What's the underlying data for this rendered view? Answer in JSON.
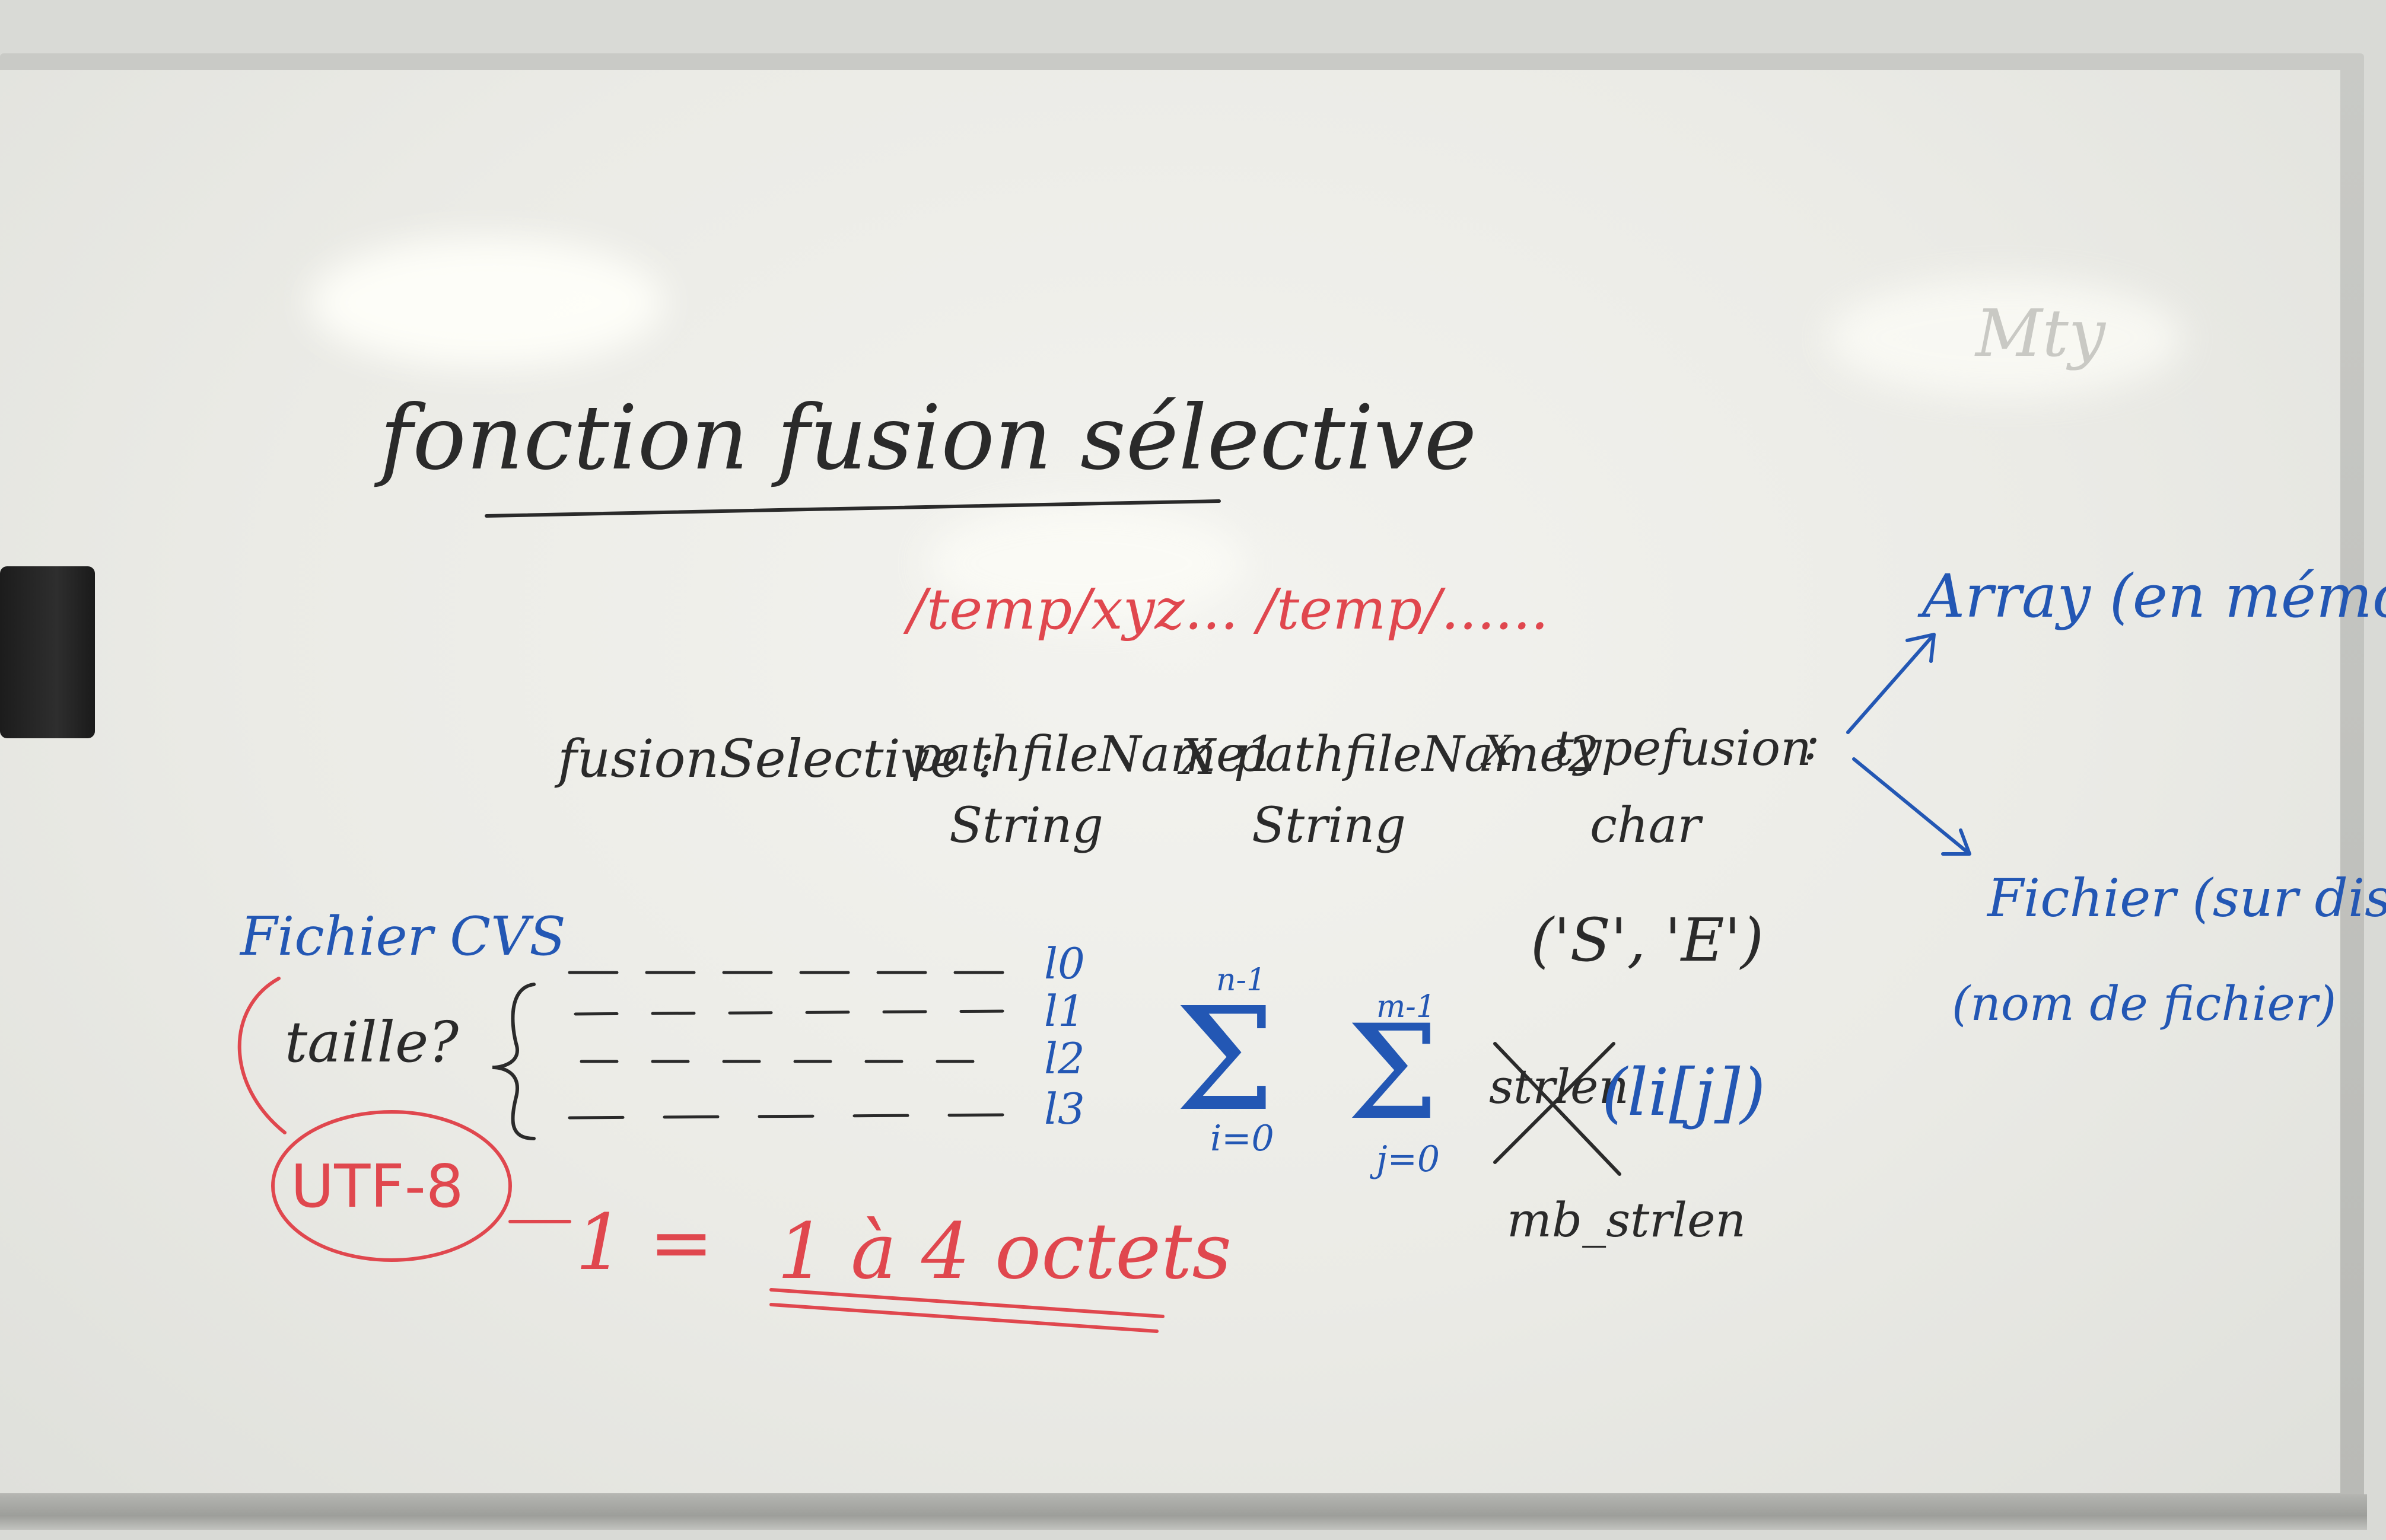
{
  "title": "fonction fusion sélective",
  "red_paths": [
    "/temp/xyz...",
    "/temp/......"
  ],
  "signature": {
    "name": "fusionSelective :",
    "params": [
      {
        "name": "pathfileName1",
        "type": "String"
      },
      {
        "name": "pathfileName2",
        "type": "String"
      },
      {
        "name": "typefusion",
        "type": "char"
      }
    ],
    "separator": "X",
    "colon": ":",
    "char_values": "('S', 'E')"
  },
  "results": {
    "array": "Array (en mémoire)",
    "file": "Fichier (sur disque)",
    "file_note": "(nom de fichier)"
  },
  "csv": {
    "heading": "Fichier CVS",
    "question": "taille?",
    "lines": [
      "l0",
      "l1",
      "l2",
      "l3"
    ]
  },
  "sums": {
    "outer_upper": "n-1",
    "outer_lower": "i=0",
    "inner_upper": "m-1",
    "inner_lower": "j=0",
    "term_crossed": "strlen",
    "term": "(li[j])",
    "replacement": "mb_strlen"
  },
  "encoding": {
    "label": "UTF-8",
    "rule_lhs": "1 =",
    "rule_rhs": "1 à 4 octets"
  },
  "faint_text": "Mty",
  "colors": {
    "black_marker": "#2a2a2a",
    "red_marker": "#e0474e",
    "blue_marker": "#2357b4",
    "board": "#ebebe6"
  }
}
